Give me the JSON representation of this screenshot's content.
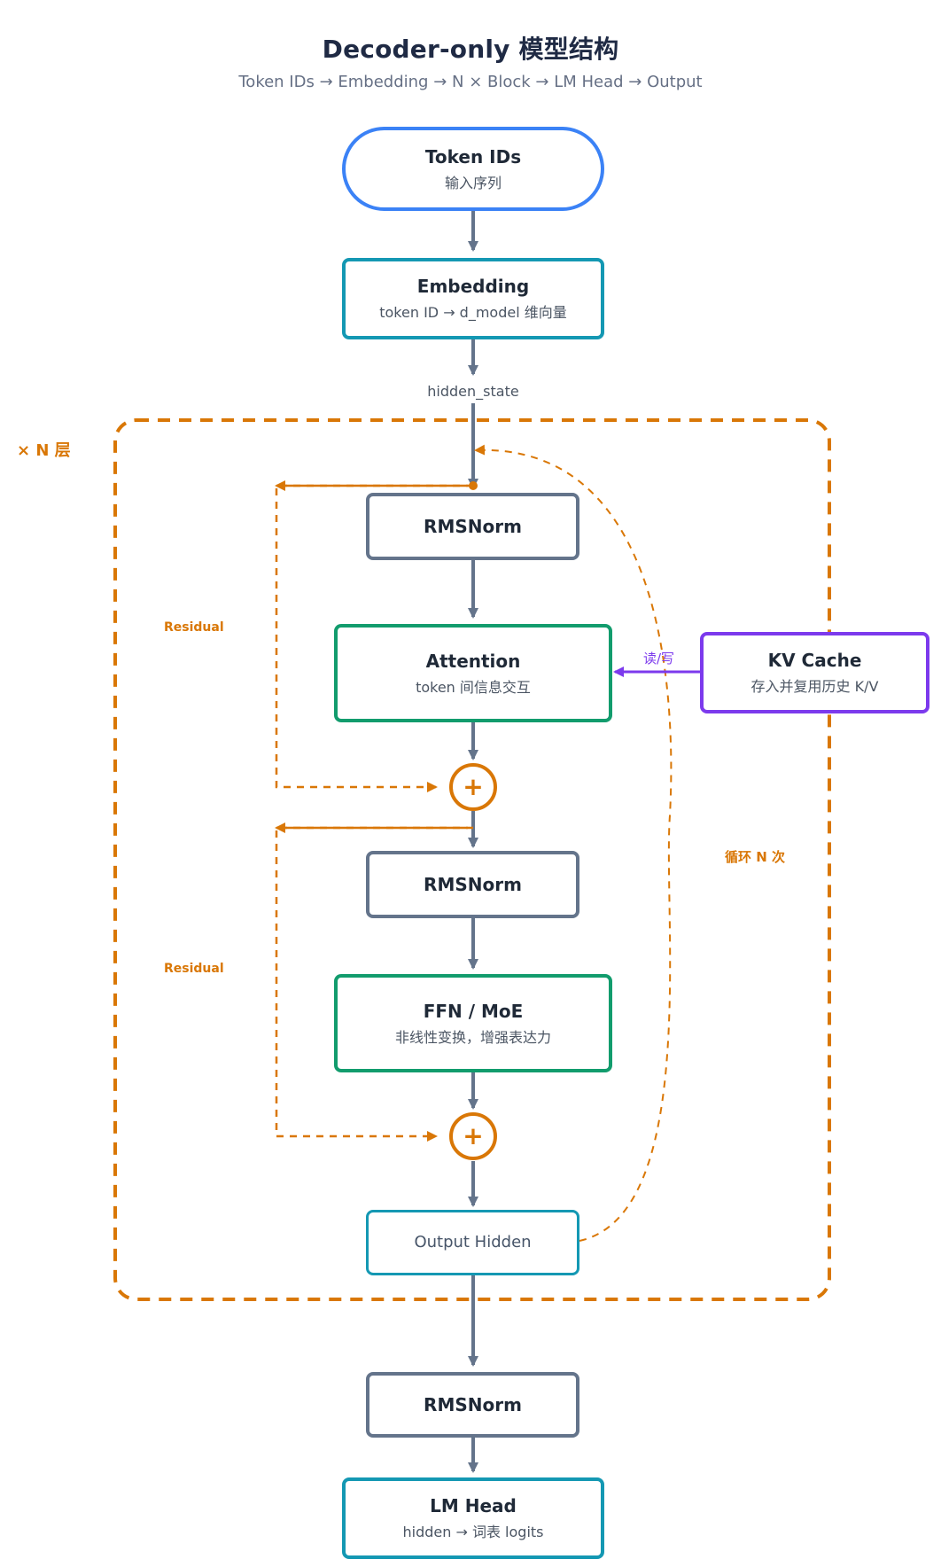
{
  "header": {
    "title": "Decoder-only 模型结构",
    "subtitle": "Token IDs → Embedding → N × Block → LM Head → Output"
  },
  "nodes": {
    "token_ids": {
      "title": "Token IDs",
      "subtitle": "输入序列"
    },
    "embedding": {
      "title": "Embedding",
      "subtitle": "token ID → d_model 维向量"
    },
    "hidden_state_label": "hidden_state",
    "block_label": "× N 层",
    "rmsnorm_1": {
      "title": "RMSNorm"
    },
    "attention": {
      "title": "Attention",
      "subtitle": "token 间信息交互"
    },
    "kv_cache": {
      "title": "KV Cache",
      "subtitle": "存入并复用历史 K/V"
    },
    "kv_edge_label": "读/写",
    "plus_1": "+",
    "rmsnorm_2": {
      "title": "RMSNorm"
    },
    "ffn": {
      "title": "FFN / MoE",
      "subtitle": "非线性变换，增强表达力"
    },
    "plus_2": "+",
    "output_hidden": {
      "title": "Output Hidden"
    },
    "residual_1": "Residual",
    "residual_2": "Residual",
    "loop_label": "循环 N 次",
    "rmsnorm_final": {
      "title": "RMSNorm"
    },
    "lm_head": {
      "title": "LM Head",
      "subtitle": "hidden → 词表 logits"
    }
  },
  "colors": {
    "blue": "#3b82f6",
    "teal": "#1498b3",
    "gray": "#64748b",
    "green": "#129c6d",
    "purple": "#7c3aed",
    "orange": "#d97706",
    "arrow": "#64748b"
  }
}
